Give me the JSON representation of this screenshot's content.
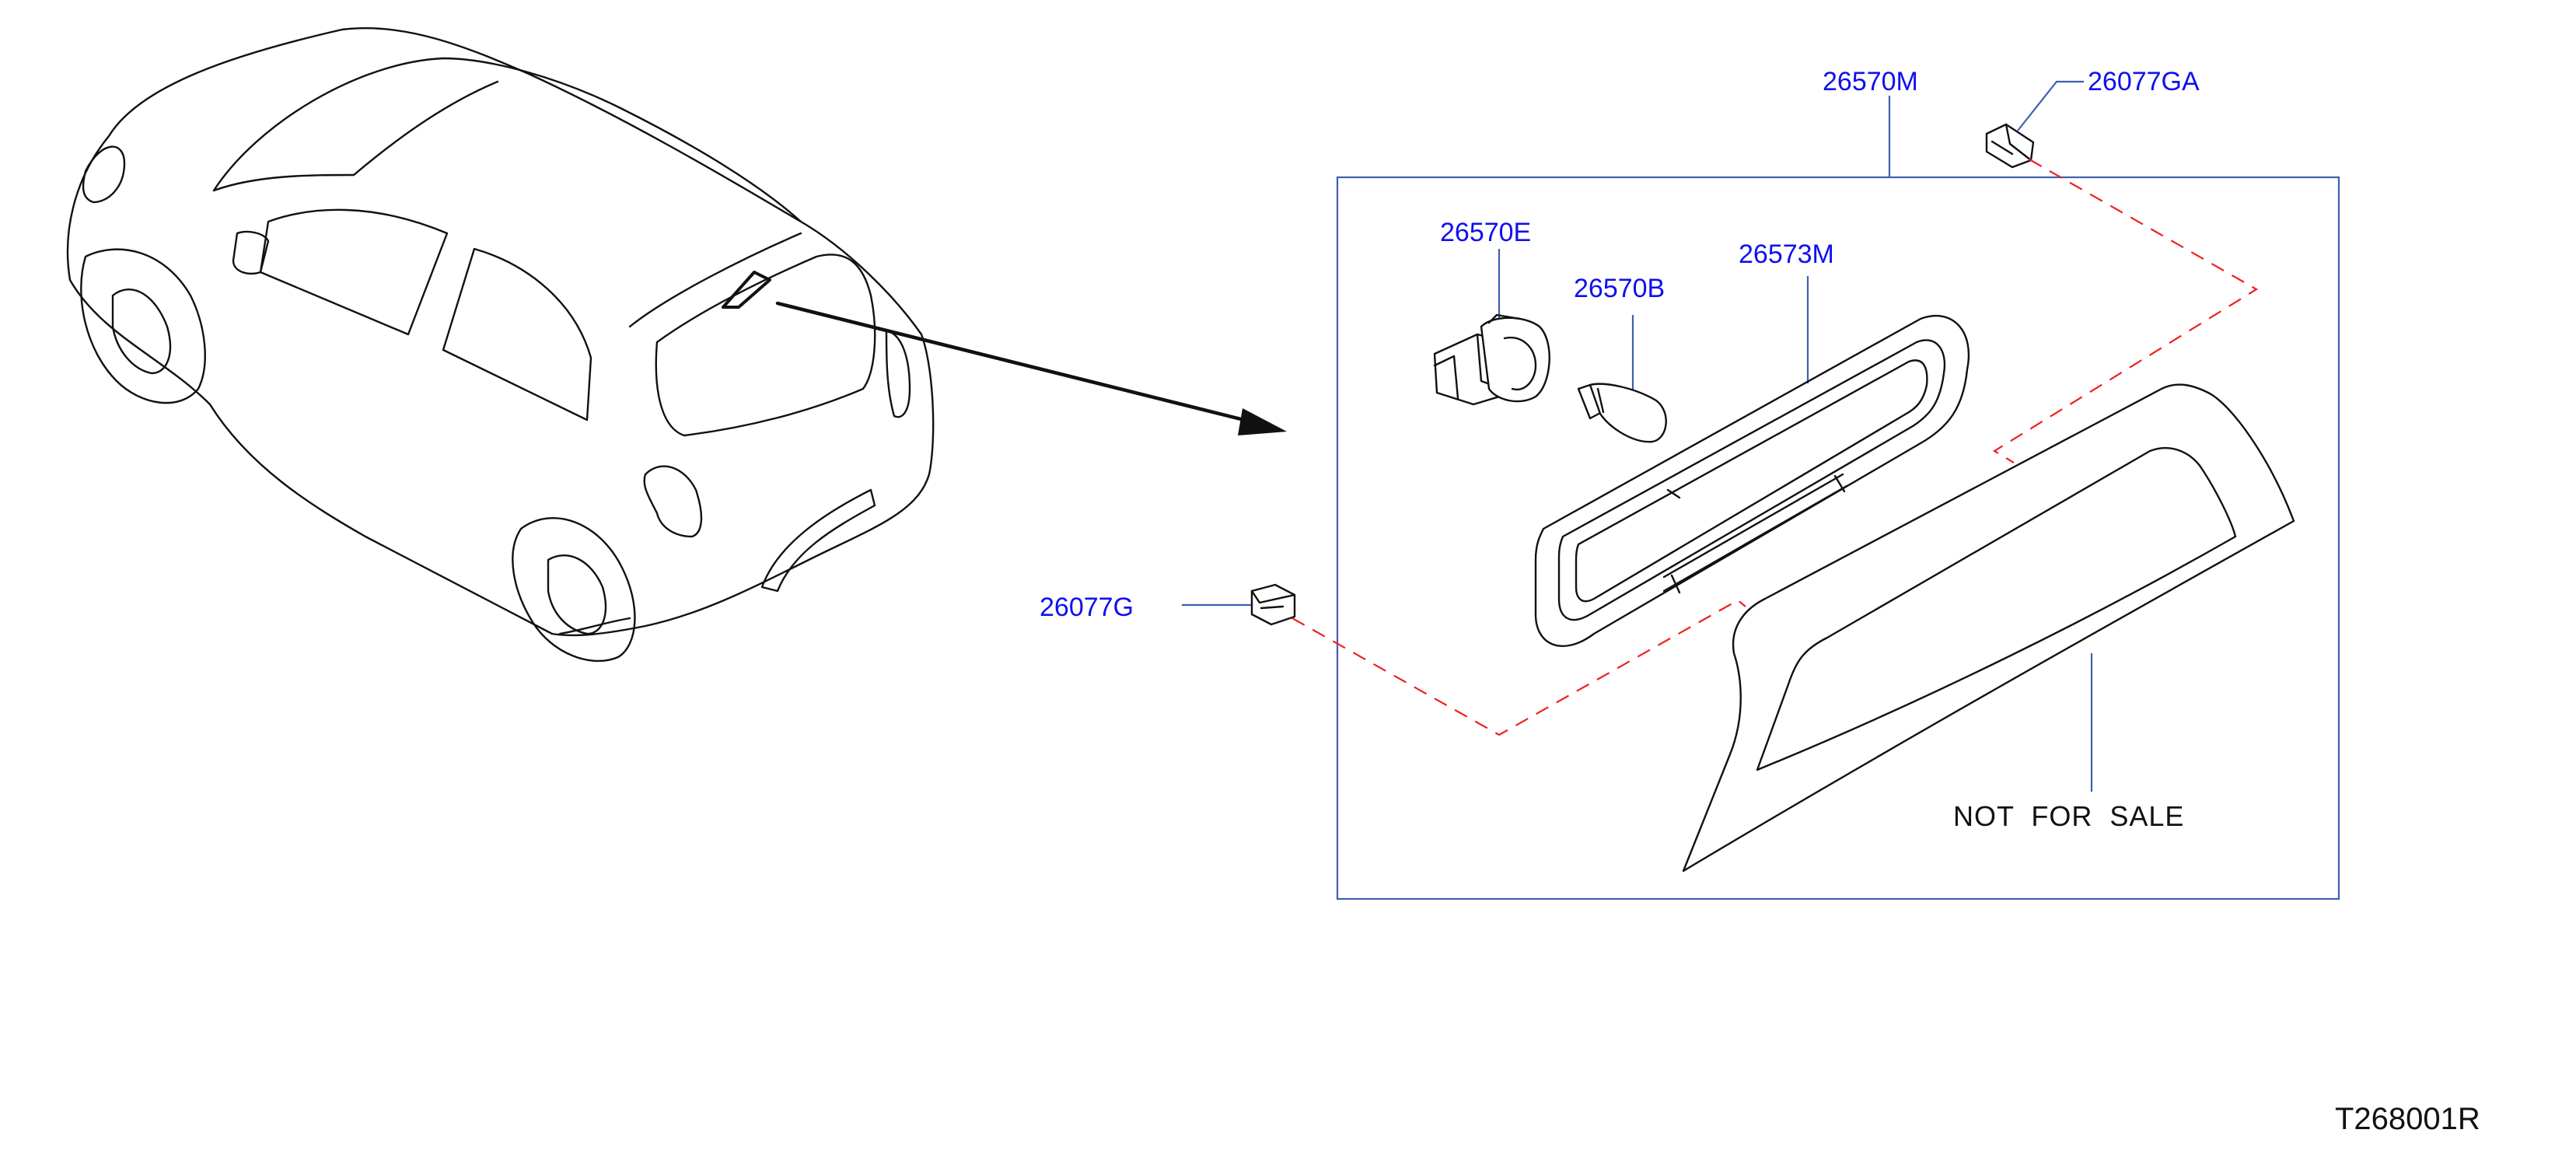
{
  "colors": {
    "label": "#1010ee",
    "box": "#3f5fb0",
    "dashed": "#ee2020",
    "line": "#111111"
  },
  "labels": {
    "assembly": "26570M",
    "clip_upper": "26077GA",
    "clip_lower": "26077G",
    "socket": "26570E",
    "bulb": "26570B",
    "gasket": "26573M"
  },
  "note": "NOT  FOR  SALE",
  "figure_ref": "T268001R"
}
